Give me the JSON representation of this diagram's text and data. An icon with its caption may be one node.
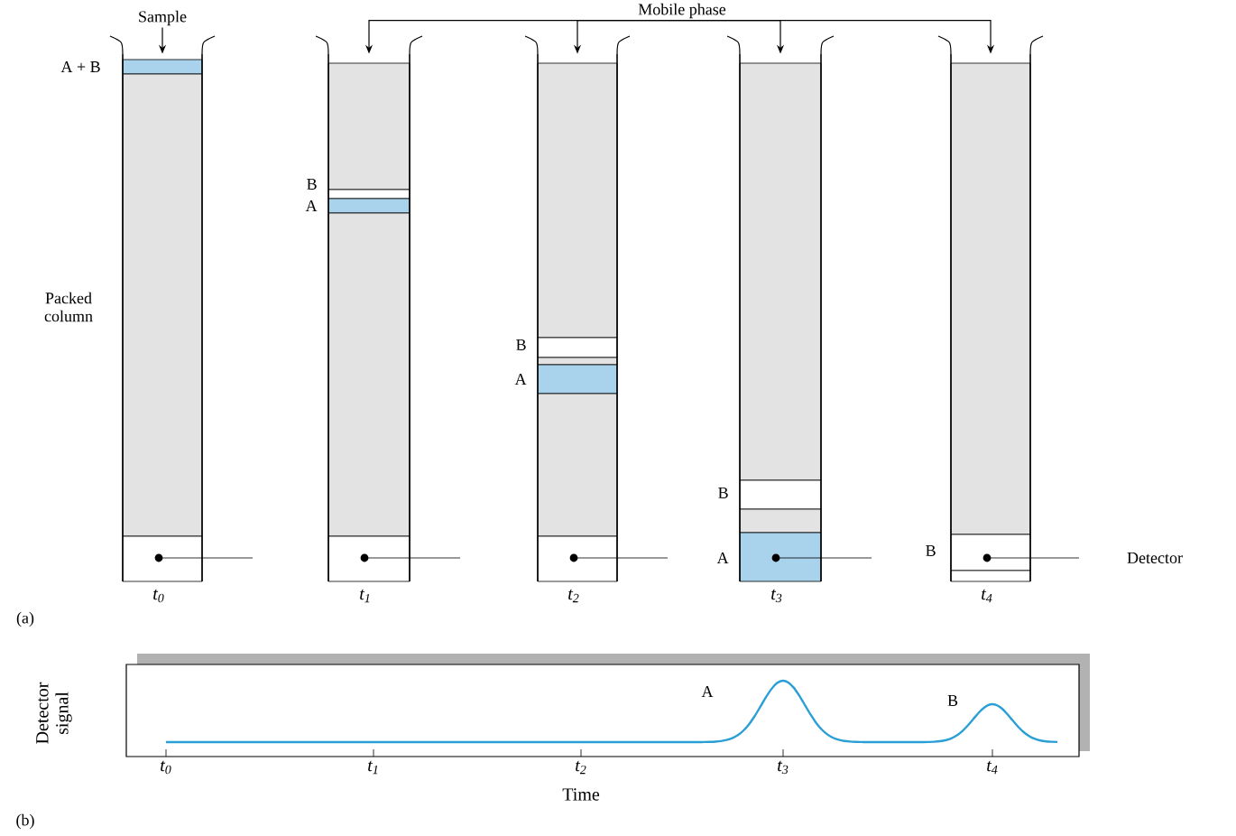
{
  "diagram": {
    "nodes": [
      {
        "text": [
          "Sample"
        ]
      },
      {
        "text": [
          "Mobile phase"
        ]
      },
      {
        "text": [],
        "shape": "box",
        "beside": [
          "t$_{0}$"
        ]
      },
      {
        "text": [],
        "shape": "box",
        "beside": [
          "t$_{1}$"
        ]
      },
      {
        "text": [],
        "shape": "box",
        "beside": [
          "t$_{2}$"
        ]
      },
      {
        "text": [],
        "shape": "box",
        "beside": [
          "t$_{3}$"
        ]
      },
      {
        "text": [],
        "shape": "box",
        "beside": [
          "t$_{4}$"
        ]
      }
    ],
    "edges": [
      {
        "from": 0,
        "to": 2,
        "arrow": "to"
      },
      {
        "from": 1,
        "to": 3,
        "arrow": "to"
      },
      {
        "from": 1,
        "to": 4,
        "arrow": "to"
      },
      {
        "from": 1,
        "to": 5,
        "arrow": "to"
      },
      {
        "from": 1,
        "to": 6,
        "arrow": "to"
      }
    ],
    "labels": [
      "A + B",
      "B",
      "A",
      "Packed column",
      "B",
      "A",
      "B",
      "A",
      "B",
      "Detector",
      "(a)",
      "Detector signal",
      "A",
      "B",
      "t$_{0}$",
      "t$_{1}$",
      "t$_{2}$",
      "t$_{3}$",
      "t$_{4}$",
      "Time",
      "(b)"
    ]
  }
}
